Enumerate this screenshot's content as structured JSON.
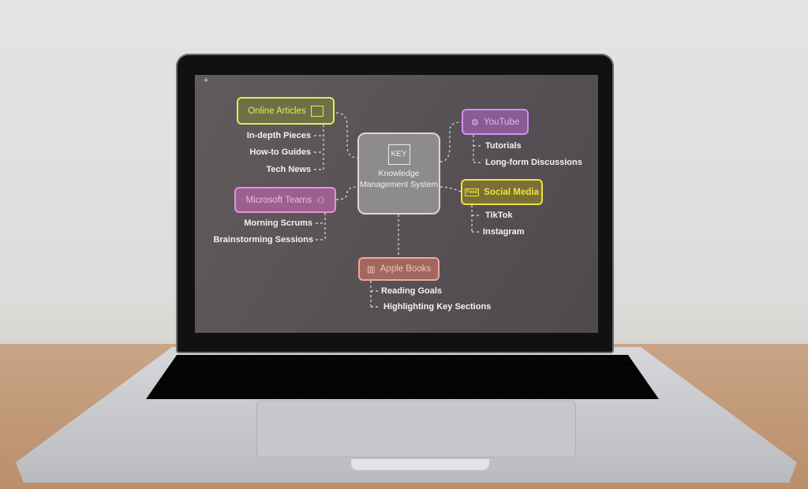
{
  "center": {
    "icon": "KEY",
    "title": "Knowledge Management System"
  },
  "nodes": {
    "online_articles": {
      "label": "Online Articles",
      "icon": "newspaper-icon",
      "color": "#d8f060",
      "items": [
        "In-depth Pieces",
        "How-to Guides",
        "Tech News"
      ]
    },
    "youtube": {
      "label": "YouTube",
      "icon": "gear-play-icon",
      "color": "#d58ef0",
      "items": [
        "Tutorials",
        "Long-form Discussions"
      ]
    },
    "microsoft_teams": {
      "label": "Microsoft Teams",
      "icon": "team-icon",
      "color": "#e890d6",
      "items": [
        "Morning Scrums",
        "Brainstorming Sessions"
      ]
    },
    "social_media": {
      "label": "Social Media",
      "icon": "feed-camera-icon",
      "icon_text": "Feed",
      "color": "#f0e040",
      "items": [
        "TikTok",
        "Instagram"
      ]
    },
    "apple_books": {
      "label": "Apple Books",
      "icon": "books-icon",
      "color": "#f0a898",
      "items": [
        "Reading Goals",
        "Highlighting Key Sections"
      ]
    }
  }
}
